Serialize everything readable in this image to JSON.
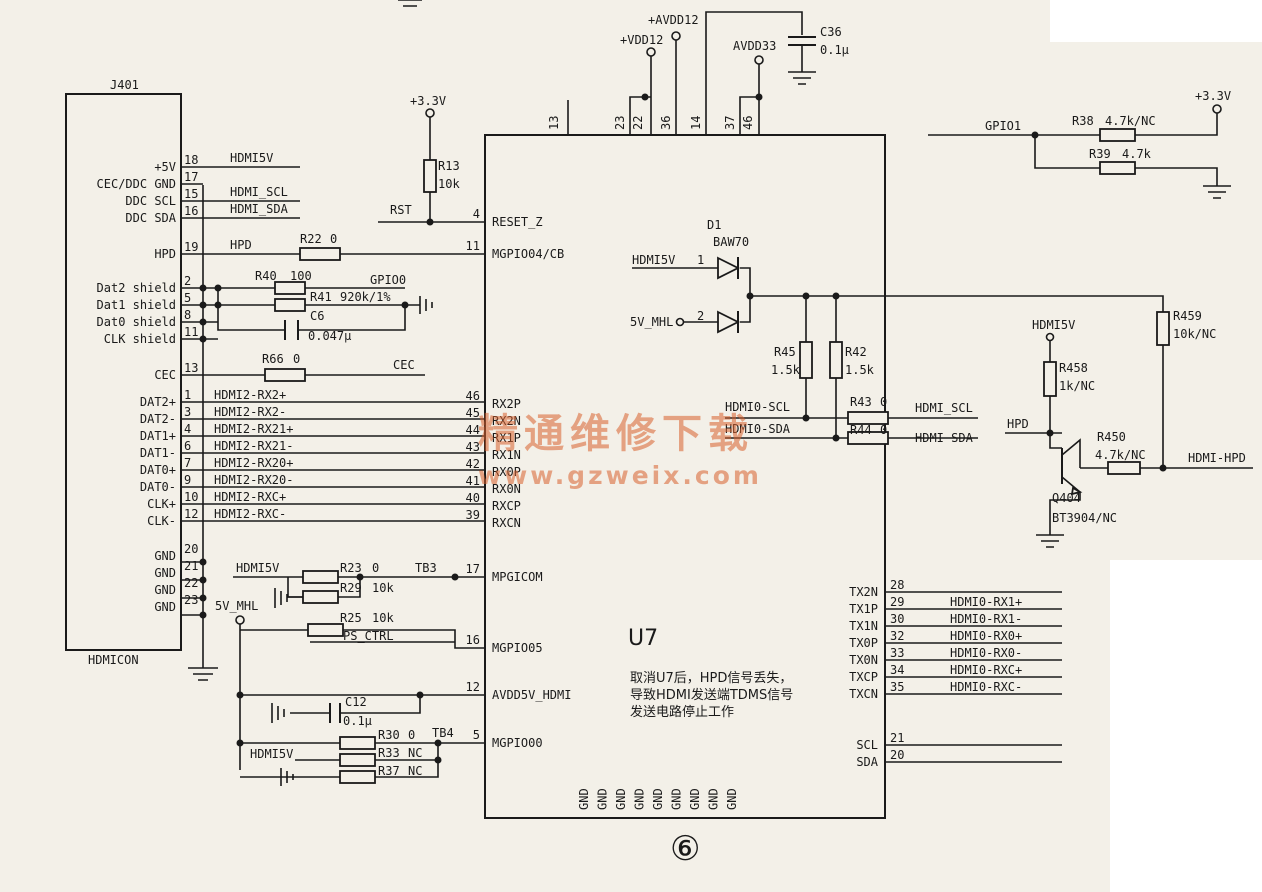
{
  "connector": {
    "ref": "J401",
    "name": "HDMICON",
    "pins": [
      {
        "name": "+5V",
        "pin": "18",
        "net": "HDMI5V"
      },
      {
        "name": "CEC/DDC GND",
        "pin": "17",
        "net": ""
      },
      {
        "name": "DDC SCL",
        "pin": "15",
        "net": "HDMI_SCL"
      },
      {
        "name": "DDC SDA",
        "pin": "16",
        "net": "HDMI_SDA"
      },
      {
        "name": "HPD",
        "pin": "19",
        "net": "HPD"
      },
      {
        "name": "Dat2 shield",
        "pin": "2",
        "net": ""
      },
      {
        "name": "Dat1 shield",
        "pin": "5",
        "net": ""
      },
      {
        "name": "Dat0 shield",
        "pin": "8",
        "net": ""
      },
      {
        "name": "CLK shield",
        "pin": "11",
        "net": ""
      },
      {
        "name": "CEC",
        "pin": "13",
        "net": ""
      },
      {
        "name": "DAT2+",
        "pin": "1",
        "net": "HDMI2-RX2+"
      },
      {
        "name": "DAT2-",
        "pin": "3",
        "net": "HDMI2-RX2-"
      },
      {
        "name": "DAT1+",
        "pin": "4",
        "net": "HDMI2-RX21+"
      },
      {
        "name": "DAT1-",
        "pin": "6",
        "net": "HDMI2-RX21-"
      },
      {
        "name": "DAT0+",
        "pin": "7",
        "net": "HDMI2-RX20+"
      },
      {
        "name": "DAT0-",
        "pin": "9",
        "net": "HDMI2-RX20-"
      },
      {
        "name": "CLK+",
        "pin": "10",
        "net": "HDMI2-RXC+"
      },
      {
        "name": "CLK-",
        "pin": "12",
        "net": "HDMI2-RXC-"
      },
      {
        "name": "GND",
        "pin": "20",
        "net": ""
      },
      {
        "name": "GND",
        "pin": "21",
        "net": ""
      },
      {
        "name": "GND",
        "pin": "22",
        "net": ""
      },
      {
        "name": "GND",
        "pin": "23",
        "net": ""
      }
    ]
  },
  "ic": {
    "ref": "U7",
    "top_pins": [
      "13",
      "23",
      "22",
      "36",
      "14",
      "37",
      "46"
    ],
    "left_pins": [
      {
        "num": "4",
        "name": "RESET_Z"
      },
      {
        "num": "11",
        "name": "MGPIO04/CB"
      },
      {
        "num": "46",
        "name": "RX2P"
      },
      {
        "num": "45",
        "name": "RX2N"
      },
      {
        "num": "44",
        "name": "RX1P"
      },
      {
        "num": "43",
        "name": "RX1N"
      },
      {
        "num": "42",
        "name": "RX0P"
      },
      {
        "num": "41",
        "name": "RX0N"
      },
      {
        "num": "40",
        "name": "RXCP"
      },
      {
        "num": "39",
        "name": "RXCN"
      },
      {
        "num": "17",
        "name": "MPGICOM"
      },
      {
        "num": "16",
        "name": "MGPIO05"
      },
      {
        "num": "12",
        "name": "AVDD5V_HDMI"
      },
      {
        "num": "5",
        "name": "MGPIO00"
      }
    ],
    "right_pins": [
      {
        "num": "28",
        "name": "TX2N",
        "net": ""
      },
      {
        "num": "29",
        "name": "TX1P",
        "net": "HDMI0-RX1+"
      },
      {
        "num": "30",
        "name": "TX1N",
        "net": "HDMI0-RX1-"
      },
      {
        "num": "32",
        "name": "TX0P",
        "net": "HDMI0-RX0+"
      },
      {
        "num": "33",
        "name": "TX0N",
        "net": "HDMI0-RX0-"
      },
      {
        "num": "34",
        "name": "TXCP",
        "net": "HDMI0-RXC+"
      },
      {
        "num": "35",
        "name": "TXCN",
        "net": "HDMI0-RXC-"
      },
      {
        "num": "21",
        "name": "SCL",
        "net": ""
      },
      {
        "num": "20",
        "name": "SDA",
        "net": ""
      }
    ],
    "gnd_label": "GND",
    "gnd_count": 9,
    "note": [
      "取消U7后，HPD信号丢失，",
      "导致HDMI发送端TDMS信号",
      "发送电路停止工作"
    ]
  },
  "power": {
    "v33": "+3.3V",
    "avdd12": "+AVDD12",
    "vdd12": "+VDD12",
    "avdd33": "AVDD33",
    "hdmi5v": "HDMI5V",
    "v5_mhl": "5V_MHL"
  },
  "nets": {
    "rst": "RST",
    "gpio0": "GPIO0",
    "gpio1": "GPIO1",
    "cec": "CEC",
    "tb3": "TB3",
    "tb4": "TB4",
    "ps_ctrl": "PS_CTRL",
    "hpd": "HPD",
    "hdmi_hpd": "HDMI-HPD",
    "hdmi0_scl": "HDMI0-SCL",
    "hdmi0_sda": "HDMI0-SDA",
    "hdmi_scl": "HDMI_SCL",
    "hdmi_sda": "HDMI SDA"
  },
  "components": {
    "r13": {
      "ref": "R13",
      "val": "10k"
    },
    "r22": {
      "ref": "R22",
      "val": "0"
    },
    "r40": {
      "ref": "R40",
      "val": "100"
    },
    "r41": {
      "ref": "R41",
      "val": "920k/1%"
    },
    "c6": {
      "ref": "C6",
      "val": "0.047μ"
    },
    "r66": {
      "ref": "R66",
      "val": "0"
    },
    "r23": {
      "ref": "R23",
      "val": "0"
    },
    "r29": {
      "ref": "R29",
      "val": "10k"
    },
    "r25": {
      "ref": "R25",
      "val": "10k"
    },
    "c12": {
      "ref": "C12",
      "val": "0.1μ"
    },
    "r30": {
      "ref": "R30",
      "val": "0"
    },
    "r33": {
      "ref": "R33",
      "val": "NC"
    },
    "r37": {
      "ref": "R37",
      "val": "NC"
    },
    "c36": {
      "ref": "C36",
      "val": "0.1μ"
    },
    "r38": {
      "ref": "R38",
      "val": "4.7k/NC"
    },
    "r39": {
      "ref": "R39",
      "val": "4.7k"
    },
    "d1": {
      "ref": "D1",
      "val": "BAW70",
      "pin1": "1",
      "pin2": "2"
    },
    "r45": {
      "ref": "R45",
      "val": "1.5k"
    },
    "r42": {
      "ref": "R42",
      "val": "1.5k"
    },
    "r43": {
      "ref": "R43",
      "val": "0"
    },
    "r44": {
      "ref": "R44",
      "val": "0"
    },
    "r459": {
      "ref": "R459",
      "val": "10k/NC"
    },
    "r458": {
      "ref": "R458",
      "val": "1k/NC"
    },
    "r450": {
      "ref": "R450",
      "val": "4.7k/NC"
    },
    "q404": {
      "ref": "Q404",
      "val": "BT3904/NC"
    }
  },
  "figure_number": "⑥",
  "watermark": {
    "cn": "精通维修下载",
    "url": "www.gzweix.com"
  }
}
